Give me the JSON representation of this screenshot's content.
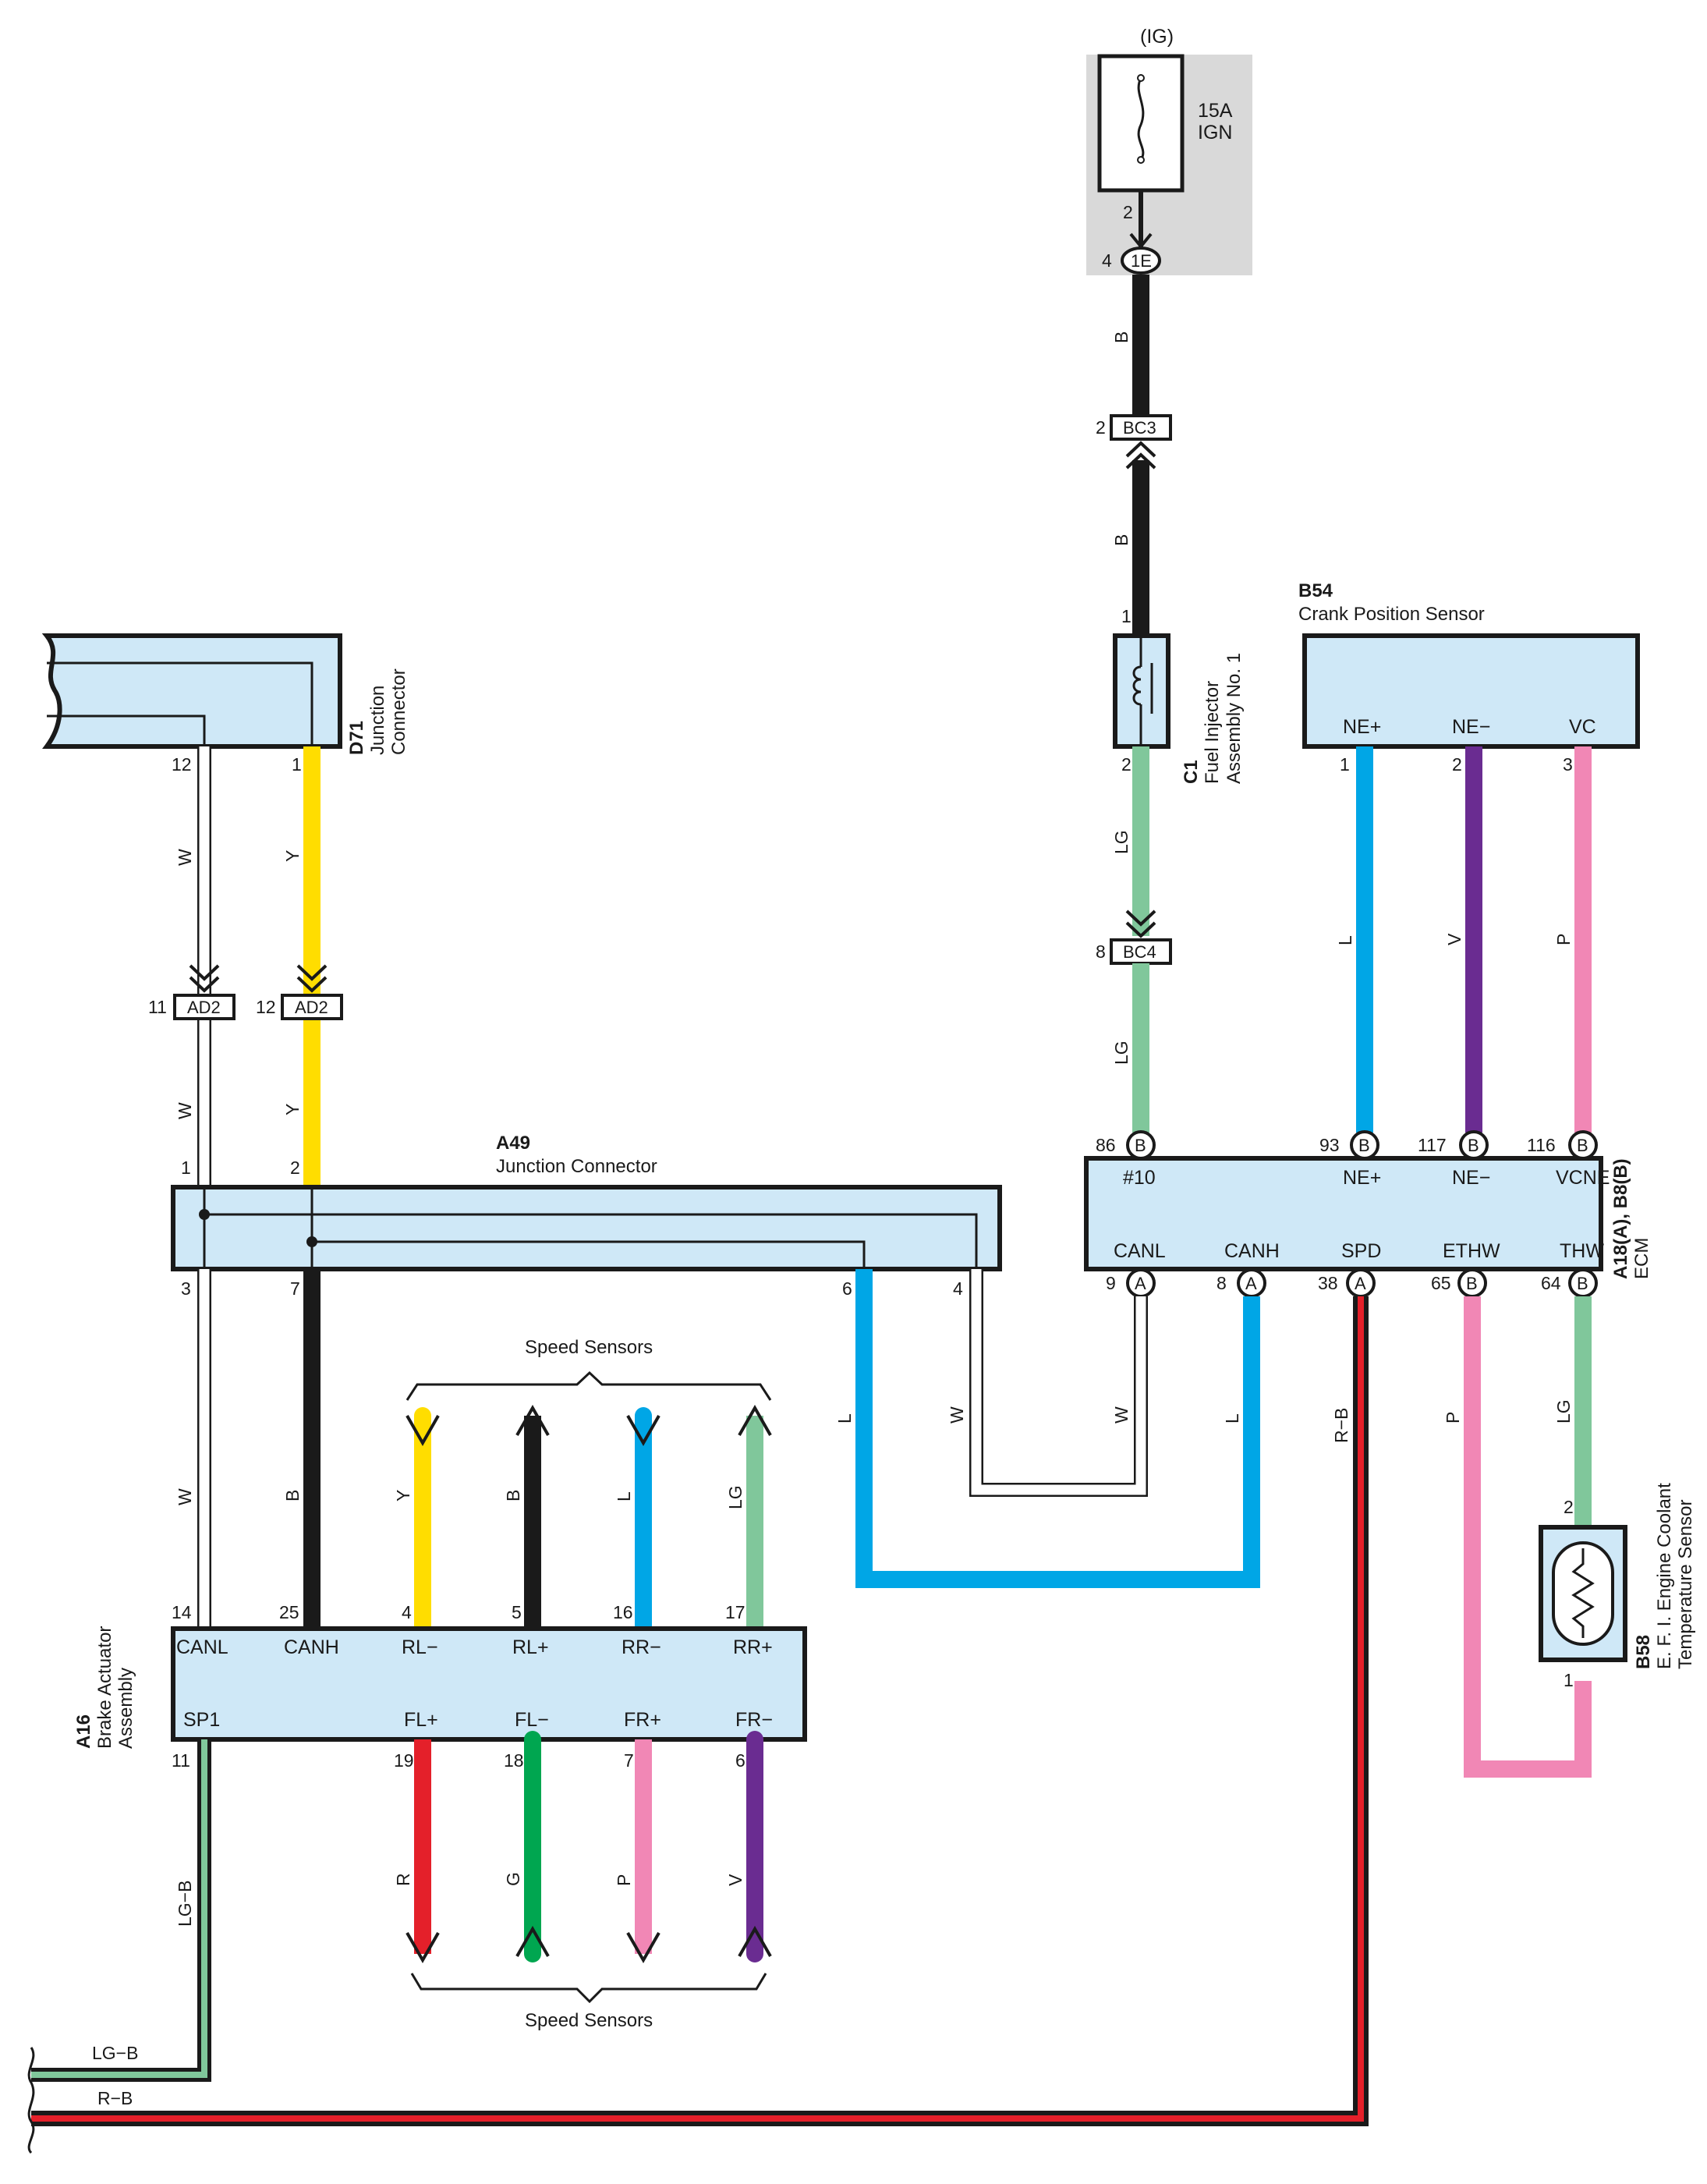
{
  "components": {
    "fuse": {
      "supply": "(IG)",
      "rating": "15A",
      "name": "IGN",
      "pin_out": "2"
    },
    "j_1E": {
      "id": "1E",
      "pin": "4"
    },
    "j_BC3": {
      "id": "BC3",
      "pin": "2"
    },
    "j_BC4": {
      "id": "BC4",
      "pin": "8"
    },
    "j_AD2_w": {
      "id": "AD2",
      "pin": "11"
    },
    "j_AD2_y": {
      "id": "AD2",
      "pin": "12"
    },
    "injector": {
      "code": "C1",
      "name1": "Fuel Injector",
      "name2": "Assembly No. 1",
      "pin1": "1",
      "pin2": "2"
    },
    "crank": {
      "code": "B54",
      "name": "Crank Position Sensor",
      "terminals": [
        "NE+",
        "NE−",
        "VC"
      ],
      "pins": [
        "1",
        "2",
        "3"
      ]
    },
    "d71": {
      "code": "D71",
      "name1": "Junction",
      "name2": "Connector",
      "pins": [
        "12",
        "1"
      ]
    },
    "a49": {
      "code": "A49",
      "name": "Junction Connector",
      "pins_top": [
        "1",
        "2"
      ],
      "pins_bottom": [
        "3",
        "7",
        "6",
        "4"
      ]
    },
    "ecm": {
      "code": "A18(A), B8(B)",
      "name": "ECM",
      "top_terminals": [
        "#10",
        "NE+",
        "NE−",
        "VCNE"
      ],
      "top_pins": [
        "86",
        "93",
        "117",
        "116"
      ],
      "top_letters": [
        "B",
        "B",
        "B",
        "B"
      ],
      "bottom_terminals": [
        "CANL",
        "CANH",
        "SPD",
        "ETHW",
        "THW"
      ],
      "bottom_pins": [
        "9",
        "8",
        "38",
        "65",
        "64"
      ],
      "bottom_letters": [
        "A",
        "A",
        "A",
        "B",
        "B"
      ]
    },
    "a16": {
      "code": "A16",
      "name1": "Brake Actuator",
      "name2": "Assembly",
      "top_terminals": [
        "CANL",
        "CANH",
        "RL−",
        "RL+",
        "RR−",
        "RR+"
      ],
      "top_pins": [
        "14",
        "25",
        "4",
        "5",
        "16",
        "17"
      ],
      "bottom_terminals": [
        "SP1",
        "FL+",
        "FL−",
        "FR+",
        "FR−"
      ],
      "bottom_pins": [
        "11",
        "19",
        "18",
        "7",
        "6"
      ]
    },
    "b58": {
      "code": "B58",
      "name1": "E. F. I. Engine Coolant",
      "name2": "Temperature Sensor",
      "pin1": "2",
      "pin2": "1"
    },
    "speed_top": {
      "label": "Speed Sensors"
    },
    "speed_bottom": {
      "label": "Speed Sensors"
    }
  },
  "wire_labels": {
    "ig_b1": "B",
    "ig_b2": "B",
    "inj_lg1": "LG",
    "inj_lg2": "LG",
    "crank_l": "L",
    "crank_v": "V",
    "crank_p": "P",
    "d71_w1": "W",
    "d71_y1": "Y",
    "d71_w2": "W",
    "d71_y2": "Y",
    "a49_w": "W",
    "a49_b": "B",
    "a49_l": "L",
    "a49_w2": "W",
    "ecm_w": "W",
    "ecm_l": "L",
    "ecm_rb": "R−B",
    "ecm_p": "P",
    "ecm_lg": "LG",
    "rl_y": "Y",
    "rl_b": "B",
    "rr_l": "L",
    "rr_lg": "LG",
    "fl_r": "R",
    "fl_g": "G",
    "fr_p": "P",
    "fr_v": "V",
    "sp1_lgb": "LG−B",
    "bot_lgb": "LG−B",
    "bot_rb": "R−B"
  },
  "colors": {
    "B": "#1a1a1a",
    "LG": "#80c79b",
    "L": "#00a6e6",
    "V": "#6a2c91",
    "P": "#f187b5",
    "Y": "#ffdd00",
    "W": "#ffffff",
    "R": "#e4202a",
    "G": "#00a650",
    "box": "#cfe8f7",
    "shade": "#d9d9d9"
  }
}
